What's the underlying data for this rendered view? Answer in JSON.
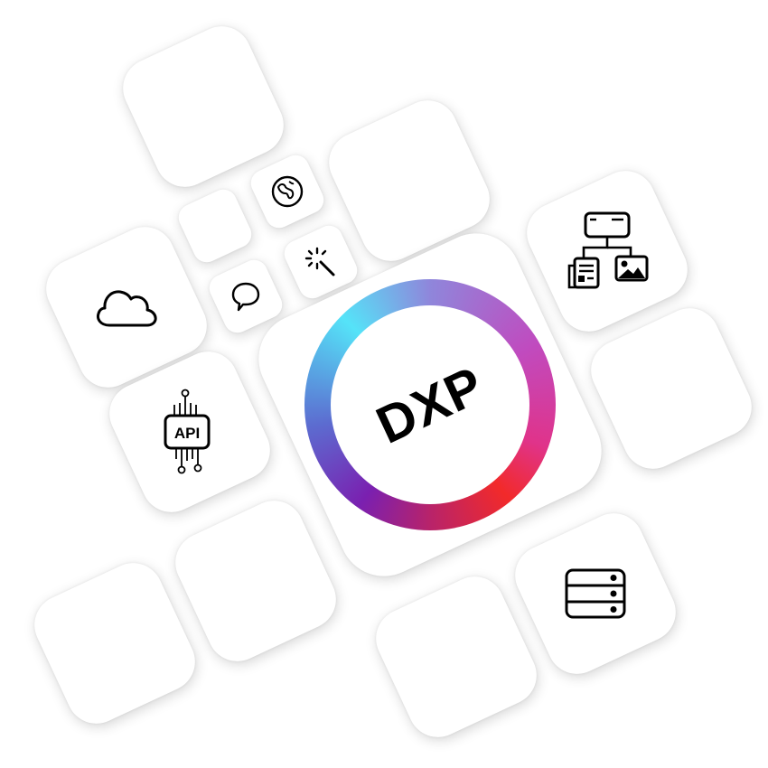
{
  "hub": {
    "label": "DXP",
    "ring_colors": [
      "#55e3f8",
      "#8f86db",
      "#c04bbf",
      "#f22a2a",
      "#7a20b0"
    ]
  },
  "tiles": [
    {
      "name": "blank-tile-top-left"
    },
    {
      "name": "blank-tile-top-middle"
    },
    {
      "name": "globe-tile",
      "icon": "globe-icon"
    },
    {
      "name": "blank-small-tile"
    },
    {
      "name": "sparkle-tile",
      "icon": "magic-wand-icon"
    },
    {
      "name": "chat-tile",
      "icon": "chat-bubble-icon"
    },
    {
      "name": "cloud-tile",
      "icon": "cloud-icon"
    },
    {
      "name": "content-structure-tile",
      "icon": "content-tree-icon"
    },
    {
      "name": "api-tile",
      "icon": "api-chip-icon",
      "label": "API"
    },
    {
      "name": "blank-tile-right"
    },
    {
      "name": "blank-tile-bottom-left"
    },
    {
      "name": "blank-tile-bottom-left-2"
    },
    {
      "name": "server-tile",
      "icon": "server-icon"
    },
    {
      "name": "blank-tile-bottom-middle"
    }
  ]
}
